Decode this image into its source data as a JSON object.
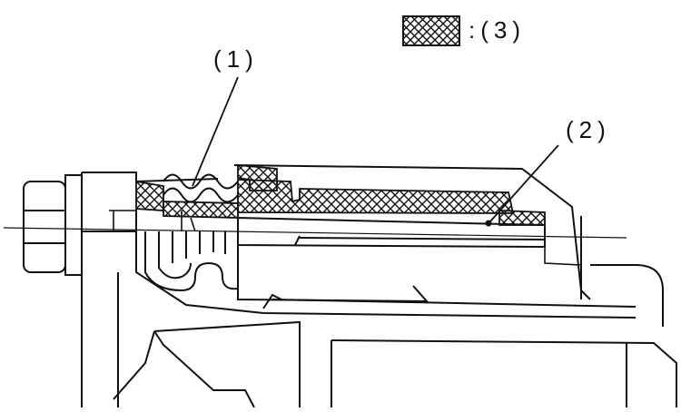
{
  "legend": {
    "text": ":(3)",
    "swatch_pattern": "cross-hatch"
  },
  "callouts": [
    {
      "id": "1",
      "text": "(1)"
    },
    {
      "id": "2",
      "text": "(2)"
    }
  ],
  "colors": {
    "line": "#111111",
    "background": "#ffffff"
  }
}
